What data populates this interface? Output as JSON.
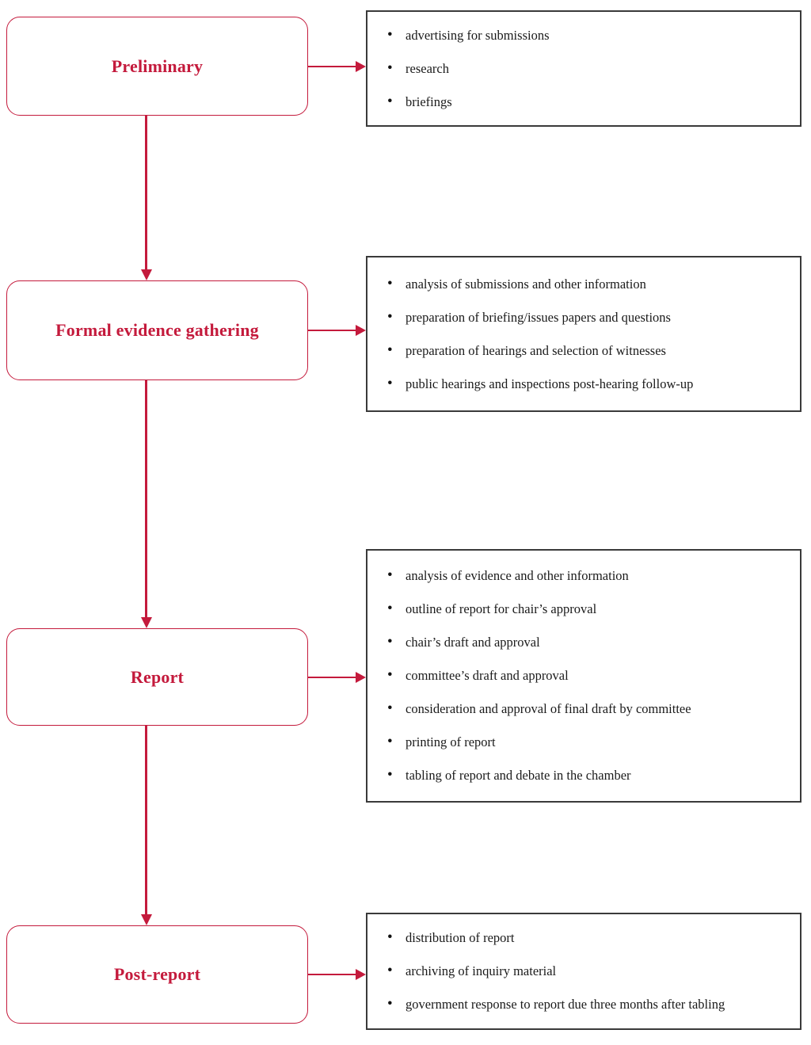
{
  "colors": {
    "accent_red": "#C41A3C",
    "panel_border": "#3A3A3A",
    "text": "#1A1A1A"
  },
  "stages": [
    {
      "label": "Preliminary",
      "bullets": [
        "advertising for submissions",
        "research",
        "briefings"
      ]
    },
    {
      "label": "Formal evidence gathering",
      "bullets": [
        "analysis of submissions and other information",
        "preparation of briefing/issues papers and questions",
        "preparation of hearings and selection of witnesses",
        "public hearings and inspections post-hearing follow-up"
      ]
    },
    {
      "label": "Report",
      "bullets": [
        "analysis of evidence and other information",
        "outline of report for chair’s approval",
        "chair’s draft and approval",
        "committee’s draft and approval",
        "consideration and approval of final draft by committee",
        "printing of report",
        "tabling of report and debate in the chamber"
      ]
    },
    {
      "label": "Post-report",
      "bullets": [
        "distribution of report",
        "archiving of inquiry material",
        "government response to report due three months after tabling"
      ]
    }
  ]
}
